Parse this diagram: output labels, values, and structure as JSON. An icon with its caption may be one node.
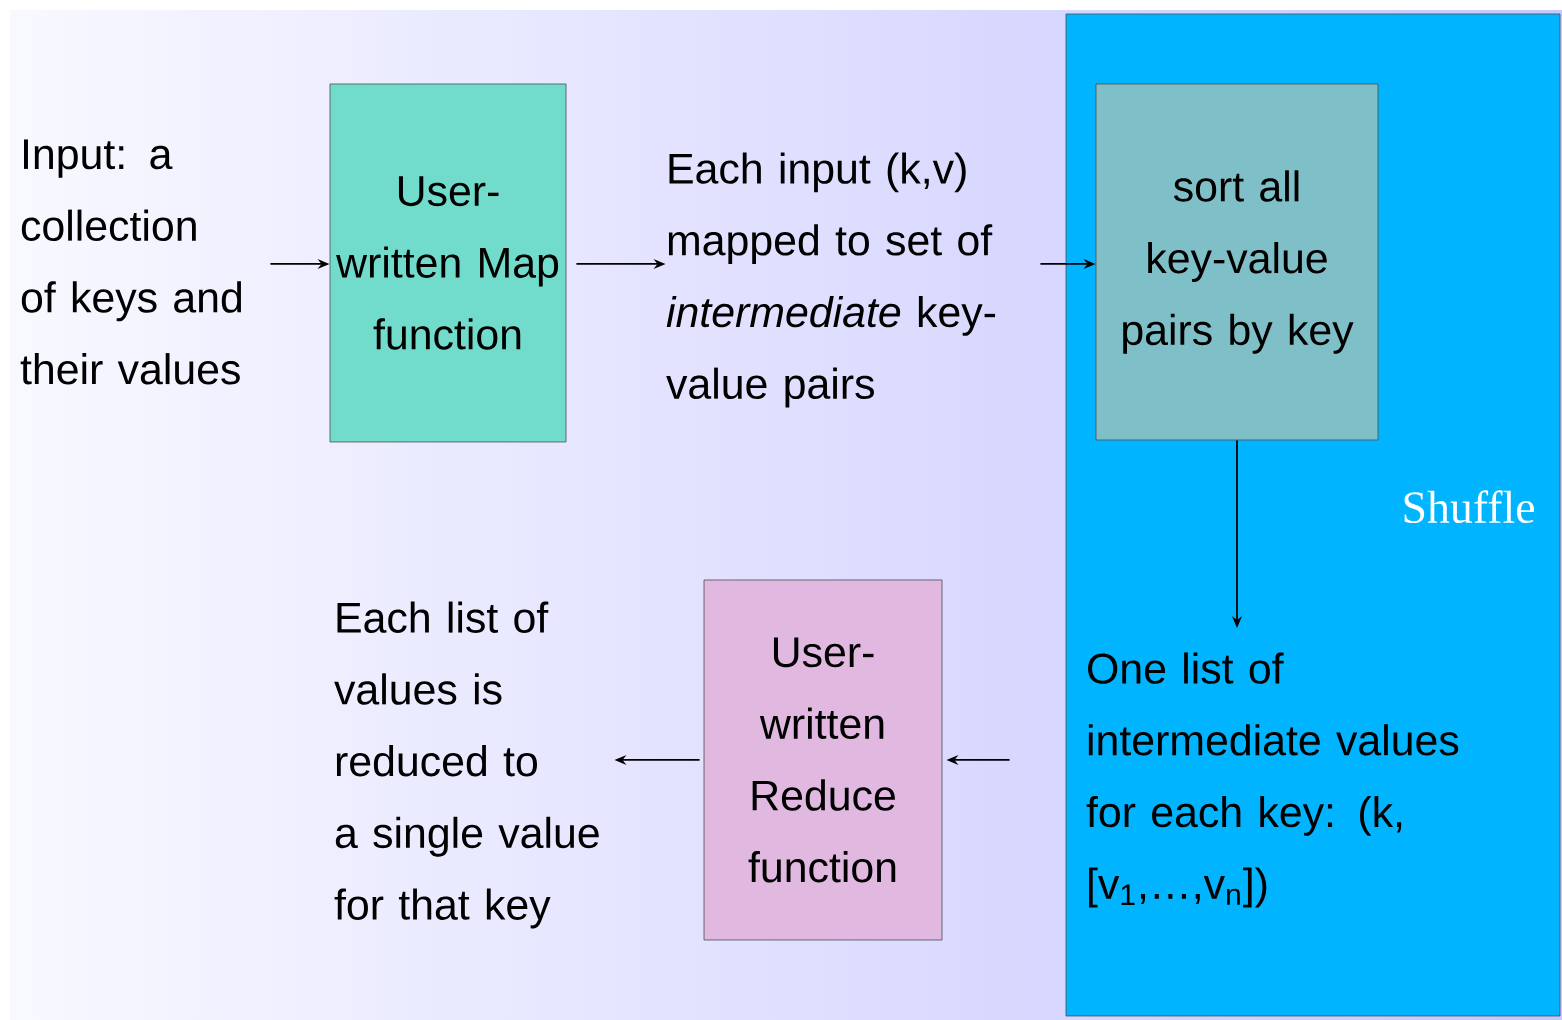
{
  "diagram": {
    "nodes": [
      {
        "text": [
          "Input: a collection of keys and their values"
        ]
      },
      {
        "text": [
          "User-written Map function"
        ]
      },
      {
        "text": [
          "Each input (k,v) mapped to set of *intermediate* key-value pairs"
        ]
      },
      {
        "text": [
          "Shuffle"
        ]
      },
      {
        "text": [
          "sort all key-value pairs by key"
        ],
        "in": 3
      },
      {
        "text": [
          "One list of intermediate values for each key: (k, [v$_{1}$,…,v$_{n}$])"
        ],
        "in": 3
      },
      {
        "text": [
          "User-written Reduce function"
        ]
      },
      {
        "text": [
          "Each list of values is reduced to a single value for that key"
        ]
      }
    ],
    "edges": [
      {
        "from": 0,
        "to": 1,
        "arrow": "to"
      },
      {
        "from": 1,
        "to": 2,
        "arrow": "to"
      },
      {
        "from": 2,
        "to": 4,
        "arrow": "to"
      },
      {
        "from": 4,
        "to": 5,
        "arrow": "to"
      },
      {
        "from": 5,
        "to": 6,
        "arrow": "to"
      },
      {
        "from": 6,
        "to": 7,
        "arrow": "to"
      }
    ]
  }
}
